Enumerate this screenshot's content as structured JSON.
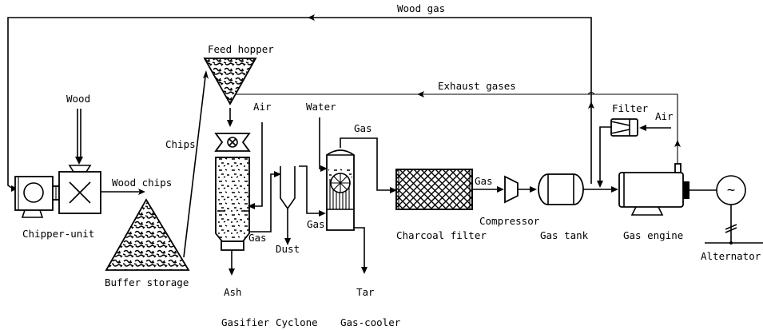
{
  "diagram": {
    "title": "Wood gasification power plant process flow",
    "colors": {
      "ink": "#000000",
      "background": "#ffffff"
    },
    "streams": {
      "wood_gas": "Wood gas",
      "exhaust_gases": "Exhaust gases",
      "wood": "Wood",
      "wood_chips": "Wood chips",
      "chips": "Chips",
      "air_gasifier": "Air",
      "water": "Water",
      "gas_gasifier_out": "Gas",
      "gas_cooler_in": "Gas",
      "gas_cooler_out": "Gas",
      "gas_filter_out": "Gas",
      "air_engine": "Air",
      "dust": "Dust",
      "ash": "Ash",
      "tar": "Tar"
    },
    "units": {
      "chipper": "Chipper-unit",
      "buffer_storage": "Buffer storage",
      "feed_hopper": "Feed hopper",
      "gasifier": "Gasifier",
      "cyclone": "Cyclone",
      "gas_cooler": "Gas-cooler",
      "charcoal_filter": "Charcoal filter",
      "compressor": "Compressor",
      "gas_tank": "Gas tank",
      "filter": "Filter",
      "gas_engine": "Gas engine",
      "alternator": "Alternator"
    },
    "icons": {
      "alternator_symbol": "~"
    }
  }
}
